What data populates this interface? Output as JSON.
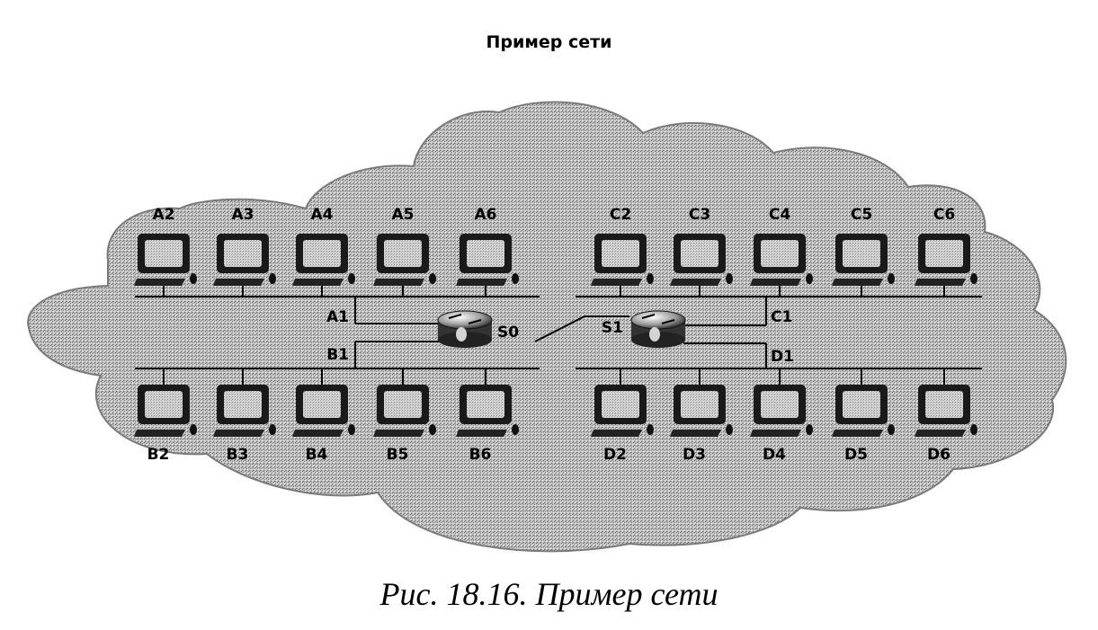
{
  "title": "Пример сети",
  "caption": "Рис. 18.16. Пример сети",
  "networks": {
    "top_left": [
      "A2",
      "A3",
      "A4",
      "A5",
      "A6"
    ],
    "top_right": [
      "C2",
      "C3",
      "C4",
      "C5",
      "C6"
    ],
    "bottom_left": [
      "B2",
      "B3",
      "B4",
      "B5",
      "B6"
    ],
    "bottom_right": [
      "D2",
      "D3",
      "D4",
      "D5",
      "D6"
    ]
  },
  "routers": {
    "left": {
      "ports": [
        "A1",
        "B1",
        "S0"
      ]
    },
    "right": {
      "ports": [
        "S1",
        "C1",
        "D1"
      ]
    }
  }
}
